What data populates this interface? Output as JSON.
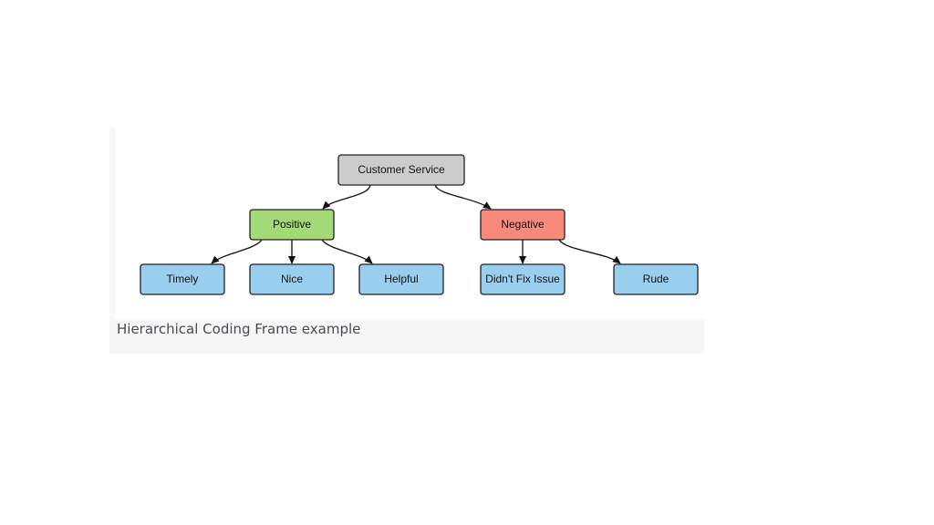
{
  "diagram": {
    "nodes": {
      "root": {
        "label": "Customer Service",
        "fill": "#cccccc"
      },
      "positive": {
        "label": "Positive",
        "fill": "#a3d977"
      },
      "negative": {
        "label": "Negative",
        "fill": "#f88a7c"
      },
      "timely": {
        "label": "Timely",
        "fill": "#99cfee"
      },
      "nice": {
        "label": "Nice",
        "fill": "#99cfee"
      },
      "helpful": {
        "label": "Helpful",
        "fill": "#99cfee"
      },
      "didnt_fix": {
        "label": "Didn't Fix Issue",
        "fill": "#99cfee"
      },
      "rude": {
        "label": "Rude",
        "fill": "#99cfee"
      }
    },
    "edges": [
      {
        "from": "Customer Service",
        "to": "Positive"
      },
      {
        "from": "Customer Service",
        "to": "Negative"
      },
      {
        "from": "Positive",
        "to": "Timely"
      },
      {
        "from": "Positive",
        "to": "Nice"
      },
      {
        "from": "Positive",
        "to": "Helpful"
      },
      {
        "from": "Negative",
        "to": "Didn't Fix Issue"
      },
      {
        "from": "Negative",
        "to": "Rude"
      }
    ]
  },
  "caption": "Hierarchical Coding Frame example"
}
